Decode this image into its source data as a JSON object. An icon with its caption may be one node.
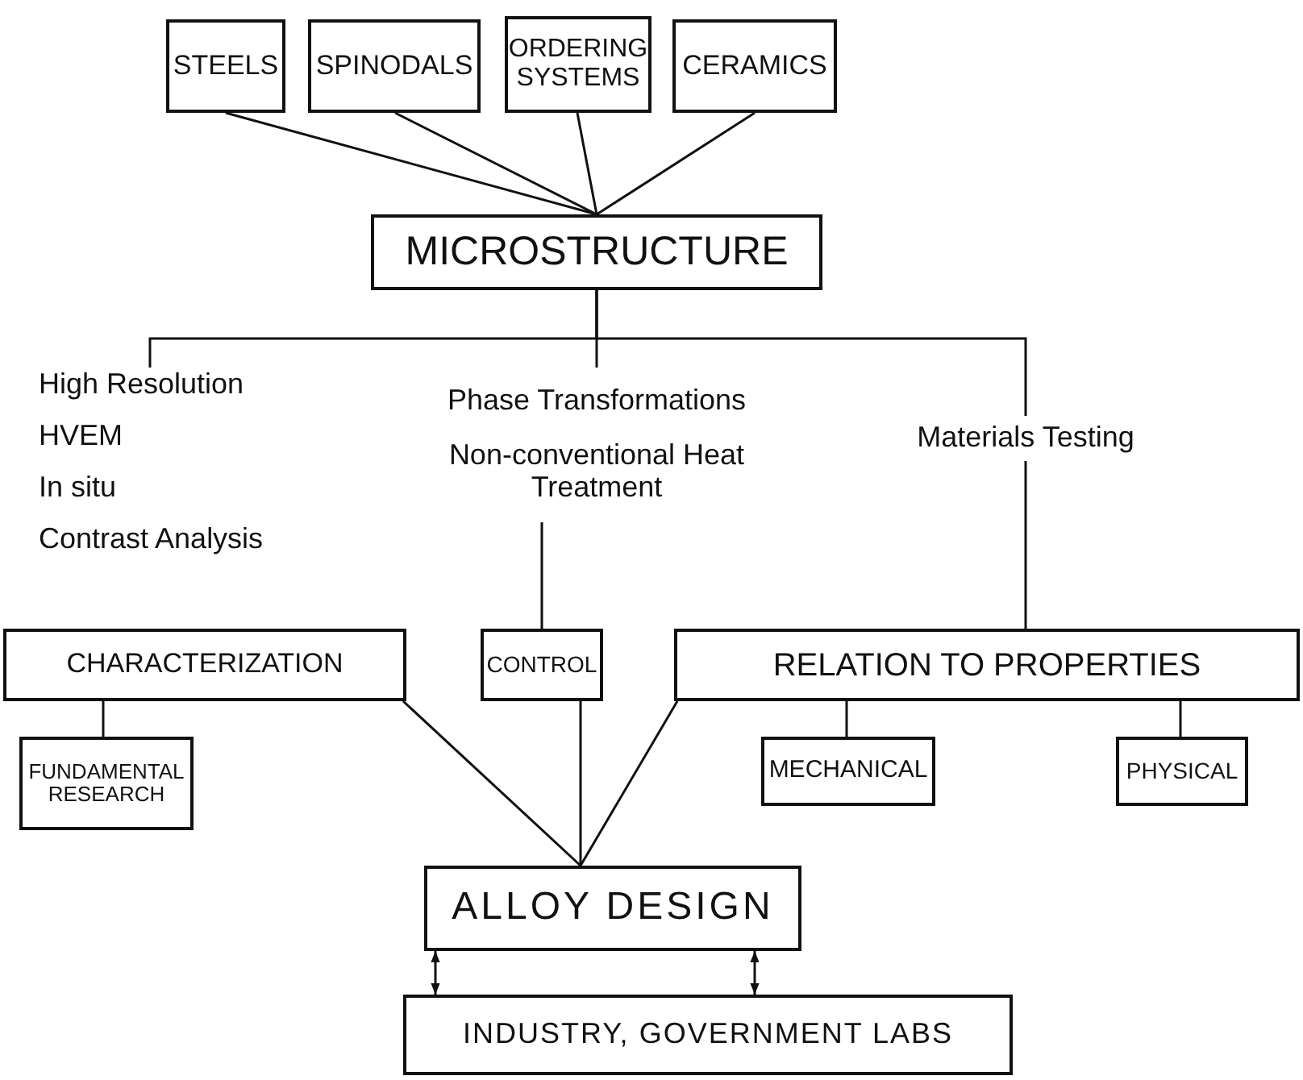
{
  "diagram": {
    "nodes": [
      {
        "text": [
          "STEELS"
        ]
      },
      {
        "text": [
          "SPINODALS"
        ]
      },
      {
        "text": [
          "ORDERING SYSTEMS"
        ]
      },
      {
        "text": [
          "CERAMICS"
        ]
      },
      {
        "text": [
          "MICROSTRUCTURE"
        ]
      },
      {
        "text": [
          "High Resolution",
          "HVEM",
          "In situ",
          "Contrast Analysis"
        ]
      },
      {
        "text": [
          "Phase Transformations",
          "Non-conventional Heat Treatment"
        ]
      },
      {
        "text": [
          "Materials Testing"
        ]
      },
      {
        "text": [
          "CHARACTERIZATION"
        ]
      },
      {
        "text": [
          "CONTROL"
        ]
      },
      {
        "text": [
          "RELATION TO PROPERTIES"
        ]
      },
      {
        "text": [
          "FUNDAMENTAL RESEARCH"
        ]
      },
      {
        "text": [
          "MECHANICAL"
        ]
      },
      {
        "text": [
          "PHYSICAL"
        ]
      },
      {
        "text": [
          "ALLOY DESIGN"
        ]
      },
      {
        "text": [
          "INDUSTRY, GOVERNMENT LABS"
        ]
      }
    ],
    "edges": [
      {
        "from": 0,
        "to": 4,
        "arrow": "none"
      },
      {
        "from": 1,
        "to": 4,
        "arrow": "none"
      },
      {
        "from": 2,
        "to": 4,
        "arrow": "none"
      },
      {
        "from": 3,
        "to": 4,
        "arrow": "none"
      },
      {
        "from": 4,
        "to": 5,
        "arrow": "none"
      },
      {
        "from": 4,
        "to": 6,
        "arrow": "none"
      },
      {
        "from": 4,
        "to": 7,
        "arrow": "none"
      },
      {
        "from": 6,
        "to": 9,
        "arrow": "none"
      },
      {
        "from": 7,
        "to": 10,
        "arrow": "none"
      },
      {
        "from": 8,
        "to": 11,
        "arrow": "none"
      },
      {
        "from": 10,
        "to": 12,
        "arrow": "none"
      },
      {
        "from": 10,
        "to": 13,
        "arrow": "none"
      },
      {
        "from": 8,
        "to": 14,
        "arrow": "none"
      },
      {
        "from": 9,
        "to": 14,
        "arrow": "none"
      },
      {
        "from": 10,
        "to": 14,
        "arrow": "none"
      },
      {
        "from": 14,
        "to": 15,
        "arrow": "both"
      },
      {
        "from": 14,
        "to": 15,
        "arrow": "both"
      }
    ]
  }
}
